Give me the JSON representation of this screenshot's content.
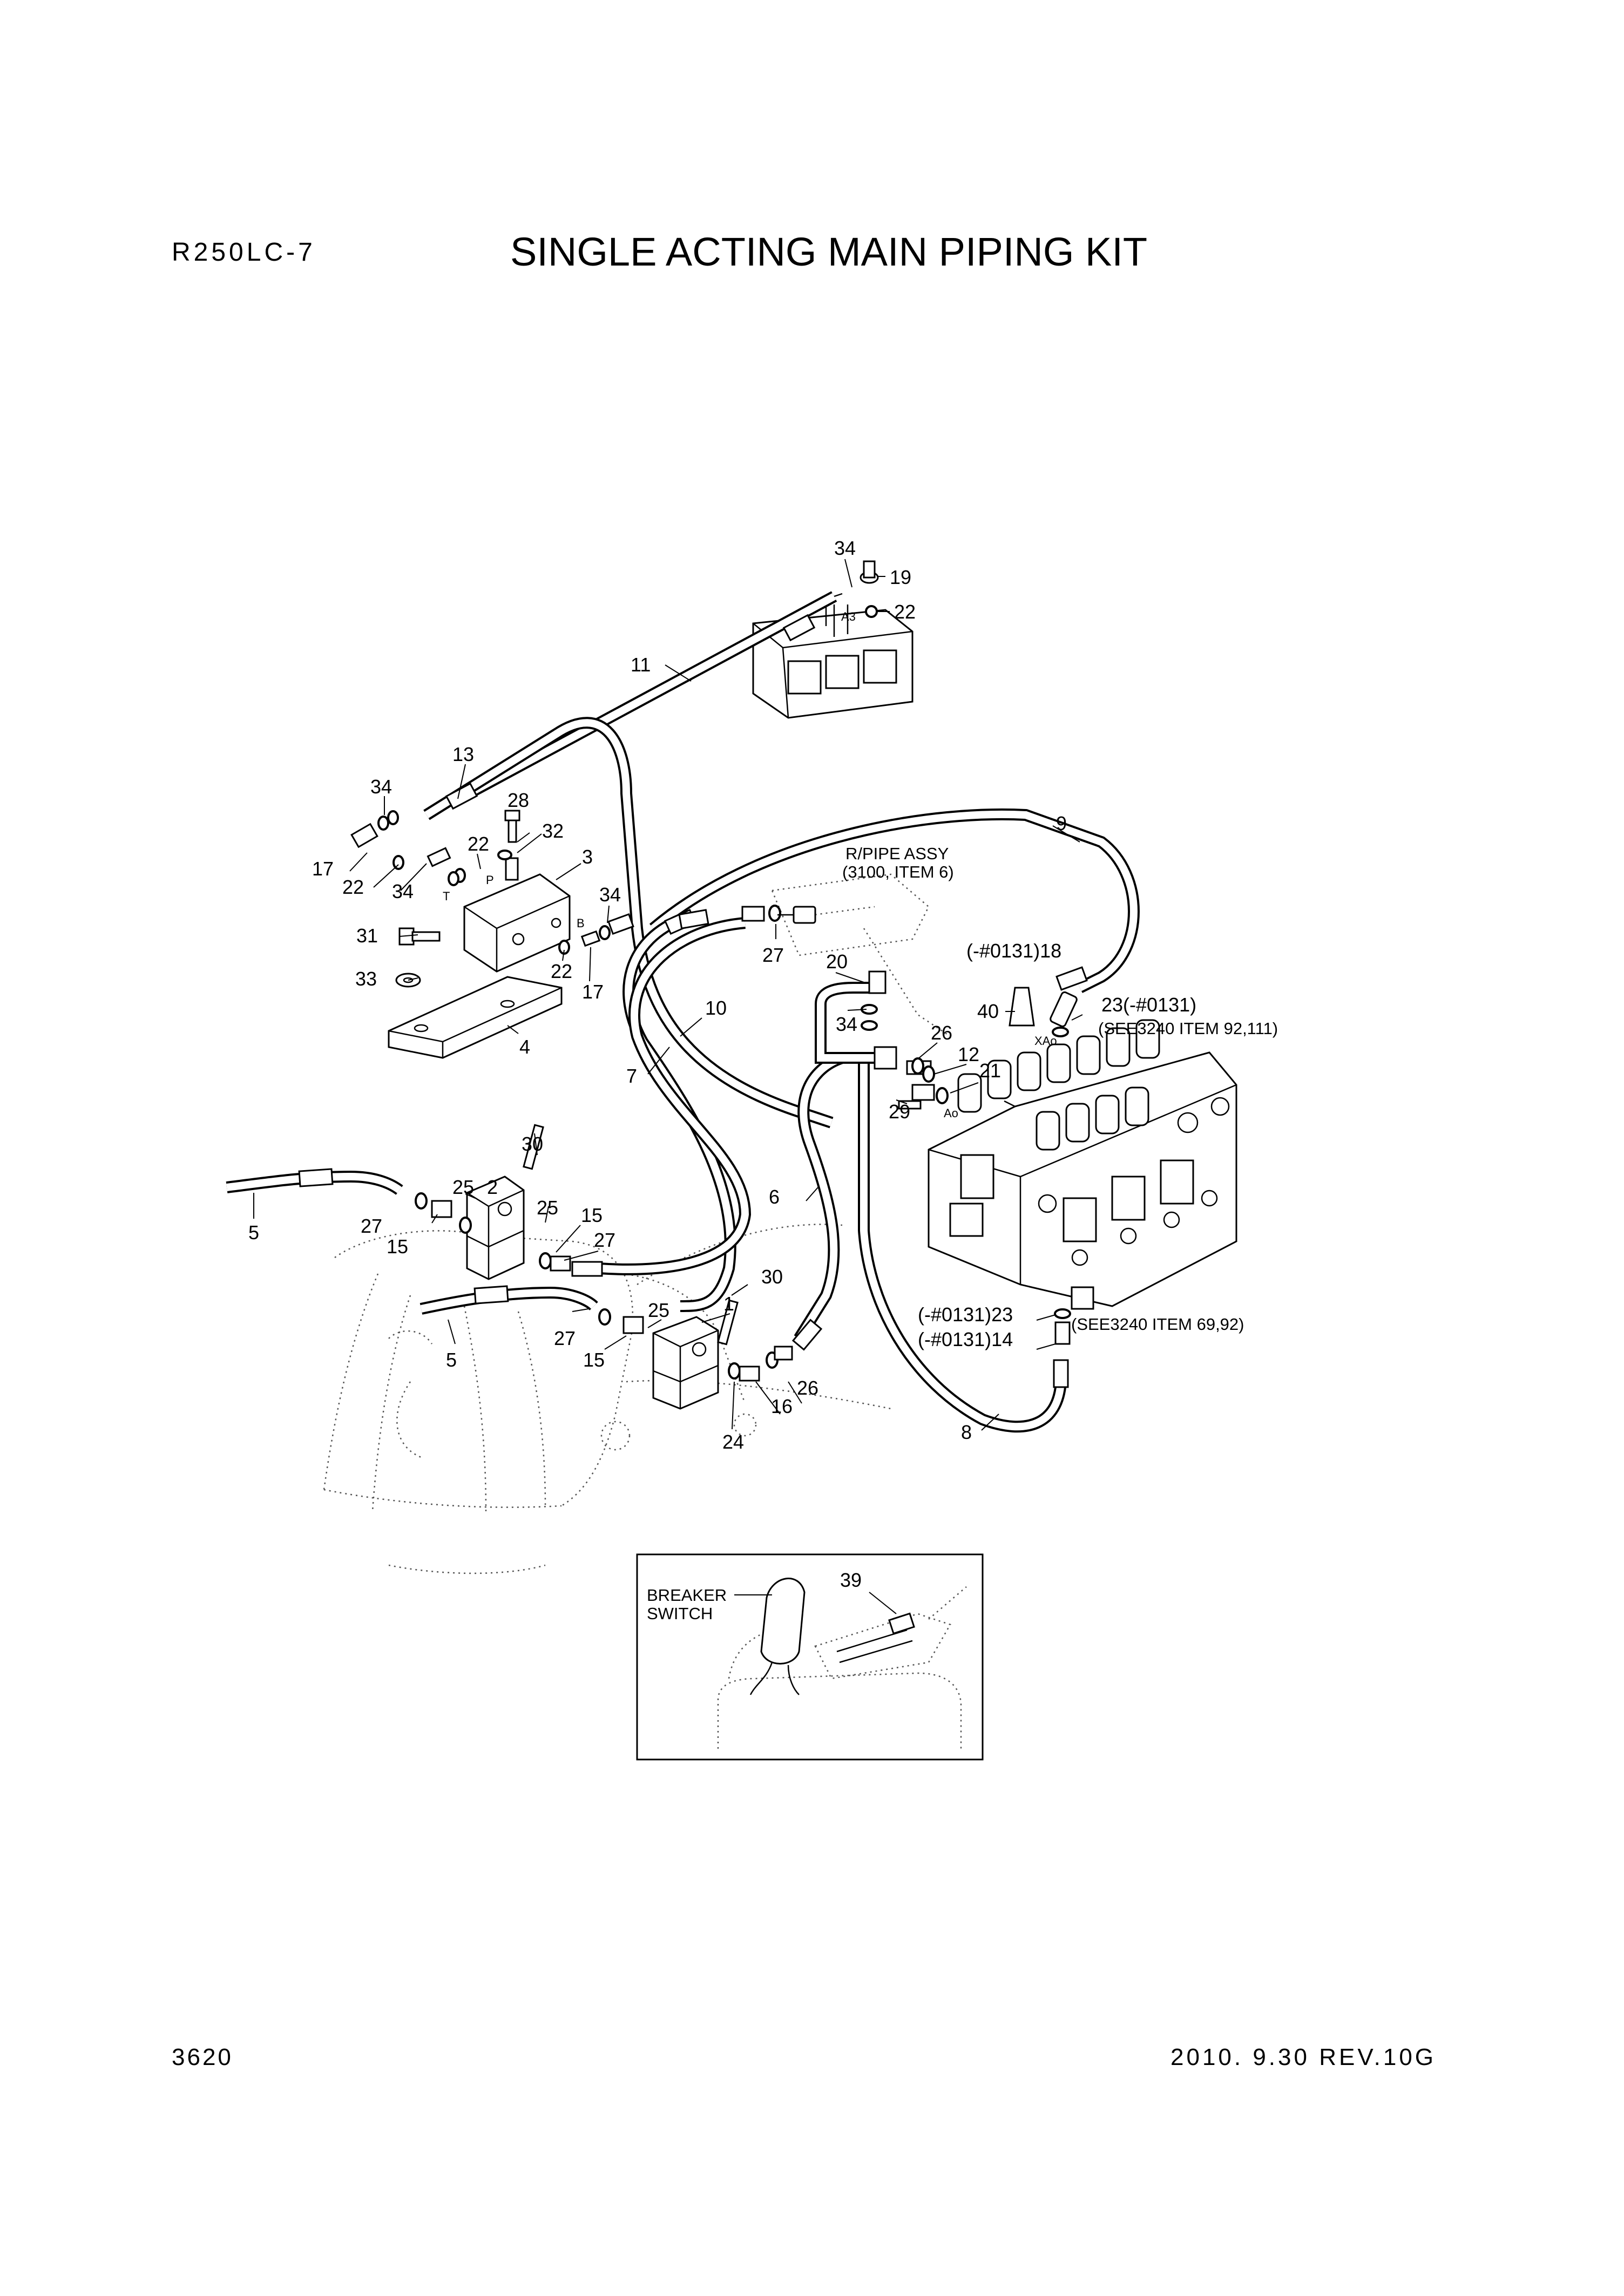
{
  "header": {
    "model": "R250LC-7",
    "title": "SINGLE ACTING MAIN PIPING KIT"
  },
  "footer": {
    "page_number": "3620",
    "revision": "2010. 9.30  REV.10G"
  },
  "notes": {
    "rpipe_line1": "R/PIPE ASSY",
    "rpipe_line2": "(3100, ITEM 6)",
    "see3240_a": "(SEE3240 ITEM 92,111)",
    "see3240_b": "(SEE3240 ITEM 69,92)",
    "breaker_line1": "BREAKER",
    "breaker_line2": "SWITCH"
  },
  "ports": {
    "a3": "A3",
    "p": "P",
    "t": "T",
    "b": "B",
    "xao": "XAo",
    "ao": "Ao"
  },
  "callouts": {
    "c34_top": "34",
    "c19": "19",
    "c22_top": "22",
    "c11": "11",
    "c13": "13",
    "c34_left": "34",
    "c28": "28",
    "c32": "32",
    "c22_mid": "22",
    "c3": "3",
    "c17_left": "17",
    "c22_left": "22",
    "c34_mid": "34",
    "c34_p": "34",
    "c31": "31",
    "c22_b": "22",
    "c17_b": "17",
    "c33": "33",
    "c4": "4",
    "c9": "9",
    "c27_top": "27",
    "c18": "(-#0131)18",
    "c20": "20",
    "c40": "40",
    "c23_top": "23(-#0131)",
    "c34_c": "34",
    "c10": "10",
    "c26_r": "26",
    "c12": "12",
    "c21": "21",
    "c7": "7",
    "c29": "29",
    "c30_l": "30",
    "c5_l": "5",
    "c25_l": "25",
    "c2": "2",
    "c25_b": "25",
    "c15_r": "15",
    "c27_l": "27",
    "c27_r": "27",
    "c15_l": "15",
    "c6": "6",
    "c30_r": "30",
    "c1": "1",
    "c25_c": "25",
    "c27_b": "27",
    "c15_b": "15",
    "c5_b": "5",
    "c26_b": "26",
    "c16": "16",
    "c24": "24",
    "c23_low": "(-#0131)23",
    "c14": "(-#0131)14",
    "c8": "8",
    "c39": "39"
  }
}
